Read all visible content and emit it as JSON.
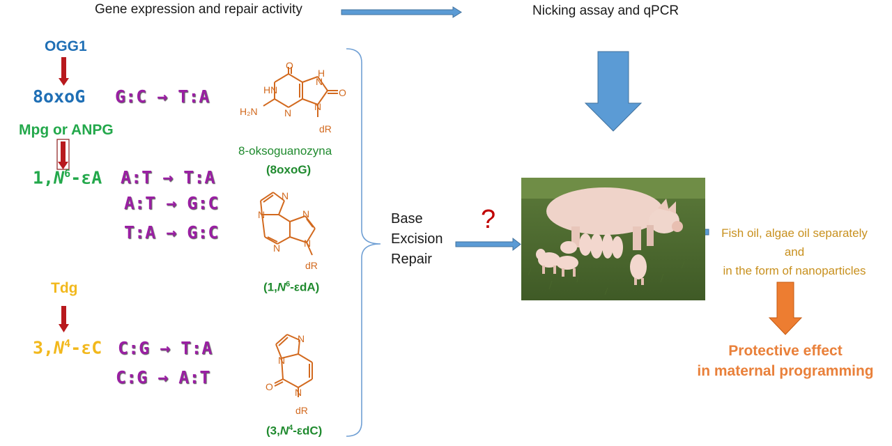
{
  "header": {
    "left_label": "Gene expression and repair activity",
    "right_label": "Nicking assay and qPCR"
  },
  "enzymes": {
    "ogg1": "OGG1",
    "mpg": "Mpg or ANPG",
    "tdg": "Tdg"
  },
  "lesions": {
    "oxog": "8oxoG",
    "etheno_a": {
      "prefix": "1,",
      "n": "N",
      "sup": "6",
      "suffix": "-εA"
    },
    "etheno_c": {
      "prefix": "3,",
      "n": "N",
      "sup": "4",
      "suffix": "-εC"
    }
  },
  "mutations": {
    "oxog": [
      "G:C → T:A"
    ],
    "etheno_a": [
      "A:T → T:A",
      "A:T → G:C",
      "T:A → G:C"
    ],
    "etheno_c": [
      "C:G → T:A",
      "C:G → A:T"
    ]
  },
  "structures": {
    "oxog_name": "8-oksoguanozyna",
    "oxog_abbrev": "(8oxoG)",
    "eda": {
      "prefix": "(1,",
      "n": "N",
      "sup": "6",
      "suffix": "-εdA)"
    },
    "edc": {
      "prefix": "(3,",
      "n": "N",
      "sup": "4",
      "suffix": "-εdC)"
    },
    "atoms": {
      "o": "O",
      "hn": "HN",
      "h": "H",
      "n": "N",
      "h2n": "H₂N",
      "dr": "dR"
    }
  },
  "ber": {
    "line1": "Base",
    "line2": "Excision",
    "line3": "Repair"
  },
  "question_mark": "?",
  "oil": {
    "line1": "Fish oil, algae oil separately",
    "line2": "and",
    "line3": "in the form of nanoparticles"
  },
  "outcome": {
    "line1": "Protective effect",
    "line2": "in maternal programming"
  },
  "colors": {
    "ogg1_blue": "#1f6fb5",
    "mpg_green": "#23a84b",
    "tdg_yellow": "#f2b81c",
    "mutation_purple": "#9a1fa3",
    "structure_orange": "#d2691e",
    "label_green": "#1f8a2e",
    "arrow_blue": "#5b9bd5",
    "arrow_red": "#b8191d",
    "outcome_orange": "#ed7d31",
    "oil_gold": "#c8901e"
  }
}
